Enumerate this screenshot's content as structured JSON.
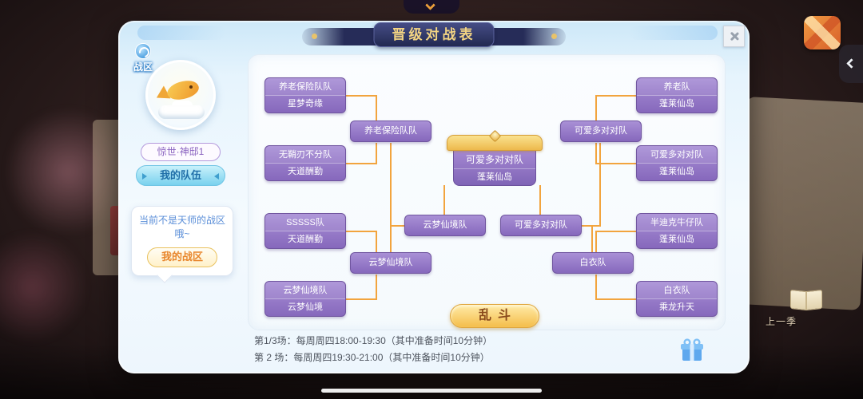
{
  "title": "晋级对战表",
  "sidebar": {
    "zone_label": "战区",
    "server": "惊世·神邸1",
    "team_tab": "我的队伍",
    "bubble_text": "当前不是天师的战区哦~",
    "my_zone_button": "我的战区"
  },
  "bracket": {
    "left_round1": [
      {
        "name": "养老保险队队",
        "sub": "星梦奇缘"
      },
      {
        "name": "无鞘刃不分队",
        "sub": "天道酬勤"
      },
      {
        "name": "SSSSS队",
        "sub": "天道酬勤"
      },
      {
        "name": "云梦仙境队",
        "sub": "云梦仙境"
      }
    ],
    "left_round2": [
      "养老保险队队",
      "云梦仙境队"
    ],
    "left_semifinal": "云梦仙境队",
    "right_round1": [
      {
        "name": "养老队",
        "sub": "蓬莱仙岛"
      },
      {
        "name": "可爱多对对队",
        "sub": "蓬莱仙岛"
      },
      {
        "name": "半迪克牛仔队",
        "sub": "蓬莱仙岛"
      },
      {
        "name": "白衣队",
        "sub": "乘龙升天"
      }
    ],
    "right_round2": [
      "可爱多对对队",
      "白衣队"
    ],
    "right_semifinal": "可爱多对对队",
    "champion": {
      "name": "可爱多对对队",
      "sub": "蓬莱仙岛"
    },
    "battle_button": "乱斗"
  },
  "schedule": {
    "line1": "第1/3场：每周周四18:00-19:30（其中准备时间10分钟）",
    "line2": "第 2 场：每周周四19:30-21:00（其中准备时间10分钟）"
  },
  "background": {
    "prev_season": "上一季"
  },
  "colors": {
    "accent_gold": "#f0a23c",
    "team_box_purple": "#8668bc",
    "connector_orange": "#f2a43e",
    "title_navy": "#222951"
  }
}
